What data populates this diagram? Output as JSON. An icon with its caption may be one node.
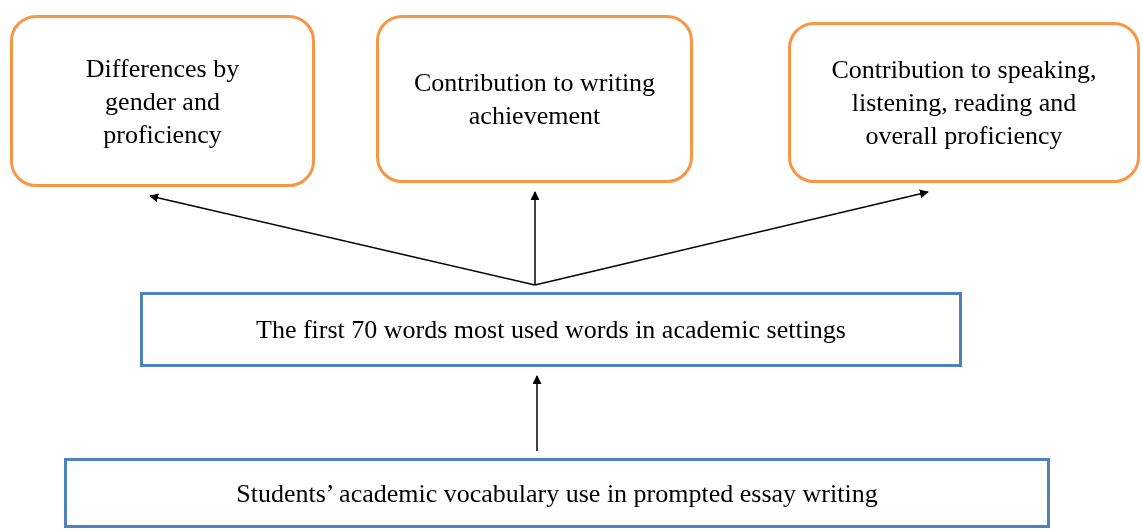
{
  "diagram": {
    "nodes": [
      {
        "text": [
          "Differences by gender and proficiency"
        ]
      },
      {
        "text": [
          "Contribution to writing achievement"
        ]
      },
      {
        "text": [
          "Contribution to speaking, listening, reading and overall proficiency"
        ]
      },
      {
        "text": [
          "The first 70 words most used words in academic settings"
        ]
      },
      {
        "text": [
          "Students’ academic vocabulary use in prompted essay writing"
        ]
      }
    ],
    "edges": [
      {
        "from": 3,
        "to": 0,
        "arrow": "to"
      },
      {
        "from": 3,
        "to": 1,
        "arrow": "to"
      },
      {
        "from": 3,
        "to": 2,
        "arrow": "to"
      },
      {
        "from": 4,
        "to": 3,
        "arrow": "to"
      }
    ]
  }
}
